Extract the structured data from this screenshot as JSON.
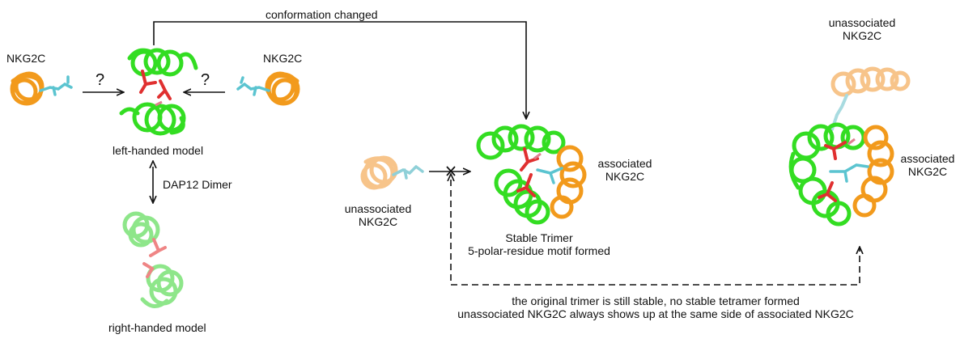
{
  "labels": {
    "nkg2c_left": "NKG2C",
    "nkg2c_right": "NKG2C",
    "question_left": "?",
    "question_right": "?",
    "left_handed_model": "left-handed model",
    "dap12_dimer": "DAP12 Dimer",
    "right_handed_model": "right-handed model",
    "conformation_changed": "conformation changed",
    "unassociated_mid_line1": "unassociated",
    "unassociated_mid_line2": "NKG2C",
    "associated_mid_line1": "associated",
    "associated_mid_line2": "NKG2C",
    "stable_trimer_line1": "Stable Trimer",
    "stable_trimer_line2": "5-polar-residue motif formed",
    "unassociated_right_line1": "unassociated",
    "unassociated_right_line2": "NKG2C",
    "associated_right_line1": "associated",
    "associated_right_line2": "NKG2C",
    "footnote_line1": "the original trimer is still stable, no stable tetramer formed",
    "footnote_line2": "unassociated NKG2C always shows up at the same side of associated NKG2C"
  },
  "colors": {
    "helix_green": "#33dd22",
    "helix_green_light": "#8ee68a",
    "helix_orange": "#f29a1c",
    "helix_orange_light": "#f7c48a",
    "residue_cyan": "#5bc4d0",
    "residue_red": "#e03030",
    "residue_pink": "#e08090",
    "arrow": "#111111"
  }
}
